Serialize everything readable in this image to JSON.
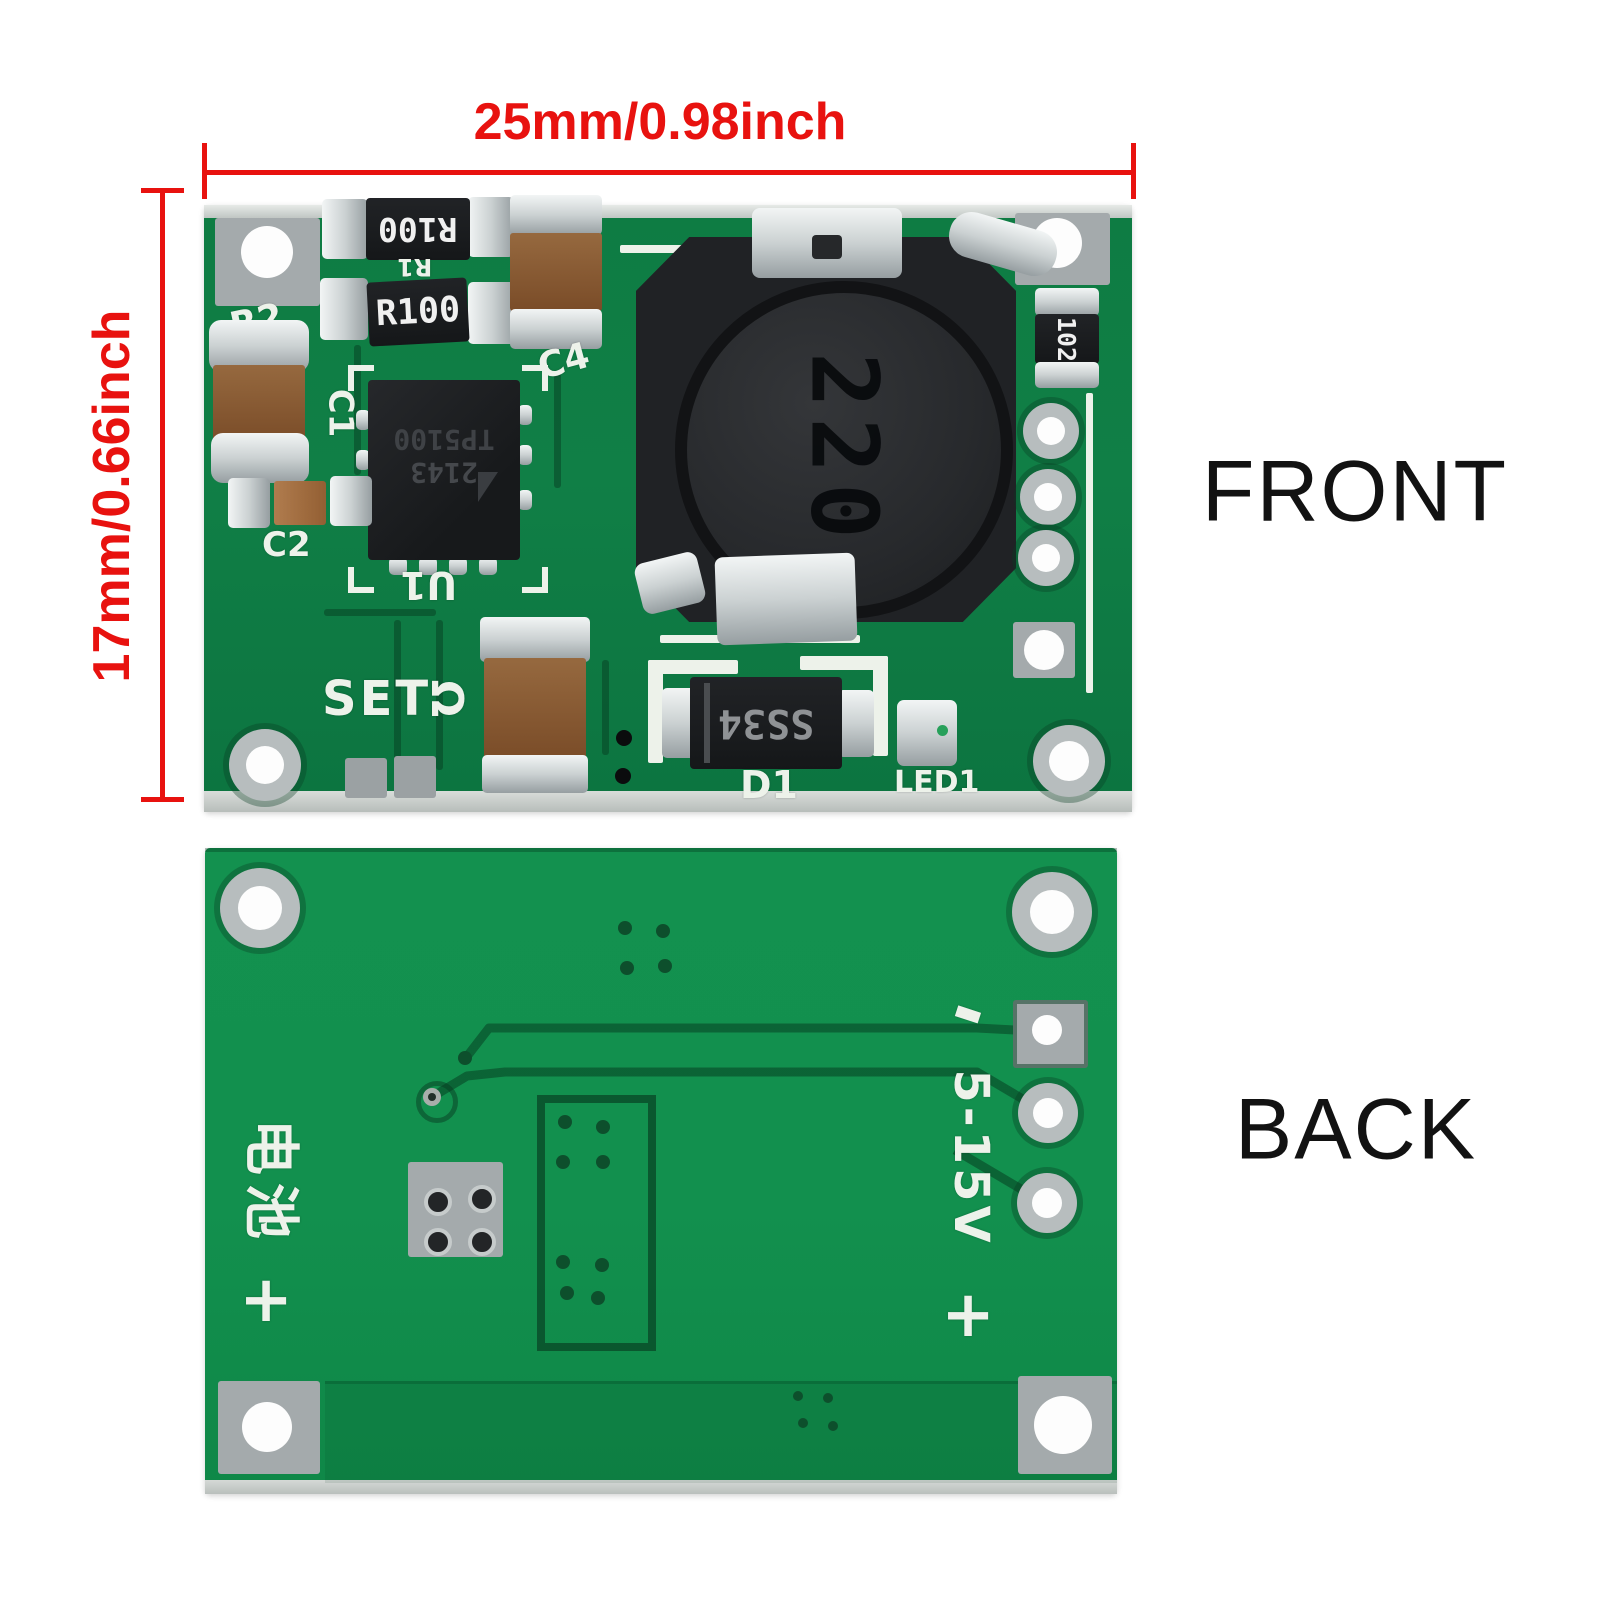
{
  "annotations": {
    "width_label": "25mm/0.98inch",
    "height_label": "17mm/0.66inch",
    "front_label": "FRONT",
    "back_label": "BACK",
    "dimension_color": "#e8120f"
  },
  "front_board": {
    "silkscreen": {
      "r1": "R1",
      "r2": "R2",
      "c1": "C1",
      "c2": "C2",
      "c4": "C4",
      "u1": "U1",
      "d1": "D1",
      "led1": "LED1",
      "set_label": "SET",
      "set_symbol": "Ω"
    },
    "parts": {
      "resistor_top_marking": "R100",
      "resistor_bottom_marking": "R100",
      "chip_marking_line1": "2143",
      "chip_marking_line2": "TP5100",
      "inductor_marking": "220",
      "resistor_right_marking": "102",
      "diode_marking": "SS34"
    },
    "colors": {
      "soldermask": "#0f7f45",
      "trace": "#0b5e33",
      "silkscreen": "#edf2ea"
    }
  },
  "back_board": {
    "silkscreen": {
      "battery_label": "电池",
      "plus_left": "+",
      "plus_right": "+",
      "minus": "-",
      "voltage_range": "5-15V"
    },
    "colors": {
      "soldermask": "#12904e",
      "trace": "#0a5c31"
    }
  }
}
